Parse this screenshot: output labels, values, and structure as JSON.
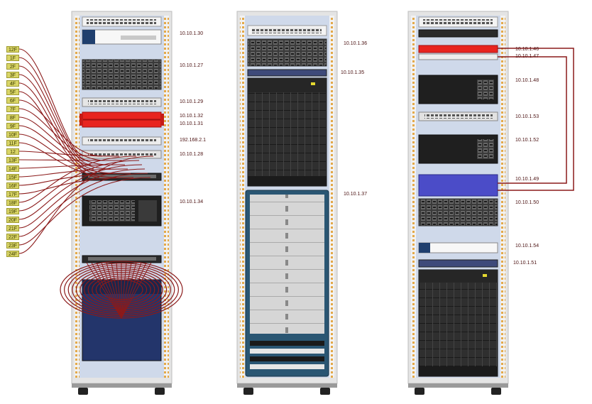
{
  "racks": [
    {
      "id": "rack-1",
      "ips": [
        "10.10.1.30",
        "10.10.1.27",
        "10.10.1.29",
        "10.10.1.32",
        "10.10.1.31",
        "192.168.2.1",
        "10.10.1.28",
        "10.10.1.34"
      ]
    },
    {
      "id": "rack-2",
      "ips": [
        "10.10.1.36",
        "10.10.1.35",
        "10.10.1.37"
      ]
    },
    {
      "id": "rack-3",
      "ips": [
        "10.10.1.46",
        "10.10.1.47",
        "10.10.1.48",
        "10.10.1.53",
        "10.10.1.52",
        "10.10.1.49",
        "10.10.1.50",
        "10.10.1.54",
        "10.10.1.51"
      ]
    }
  ],
  "patch_ports": [
    "12F",
    "1F",
    "2F",
    "3F",
    "4F",
    "5F",
    "6F",
    "7F",
    "8F",
    "9F",
    "10F",
    "11F",
    "12",
    "13F",
    "14F",
    "15F",
    "16F",
    "17F",
    "18F",
    "19F",
    "20F",
    "21F",
    "22F",
    "23F",
    "24F"
  ],
  "colors": {
    "rack_frame": "#e4e4e4",
    "rack_interior": "#cfd9ea",
    "cable": "#8b1a1a",
    "device_dark": "#2b2b2b",
    "device_red": "#e8241f",
    "device_navy": "#23356b",
    "device_purple": "#4b4cc8",
    "port_label": "#d9d566"
  }
}
